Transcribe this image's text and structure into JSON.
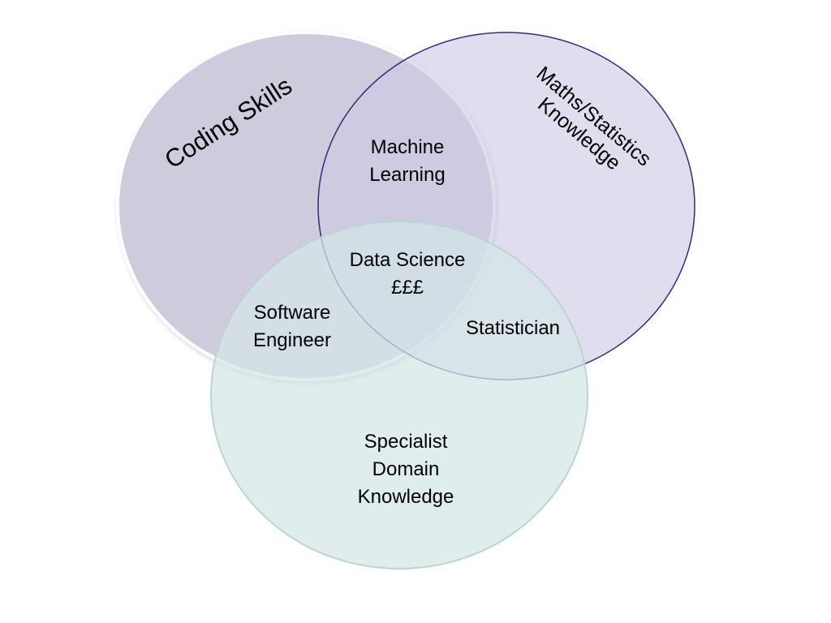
{
  "colors": {
    "coding": "#c8c3d9",
    "maths": "#cdc9e3",
    "domain": "#d4e6e6",
    "maths_stroke": "#2b2f7a",
    "domain_stroke": "#b7d6d4",
    "coding_stroke": "#ffffff"
  },
  "circles": {
    "coding": {
      "label": "Coding Skills"
    },
    "maths": {
      "label_line1": "Maths/Statistics",
      "label_line2": "Knowledge"
    },
    "domain": {
      "label_line1": "Specialist",
      "label_line2": "Domain",
      "label_line3": "Knowledge"
    }
  },
  "overlaps": {
    "machine_learning": {
      "line1": "Machine",
      "line2": "Learning"
    },
    "data_science": {
      "line1": "Data Science",
      "line2": "£££"
    },
    "software_engineer": {
      "line1": "Software",
      "line2": "Engineer"
    },
    "statistician": {
      "line1": "Statistician"
    }
  }
}
